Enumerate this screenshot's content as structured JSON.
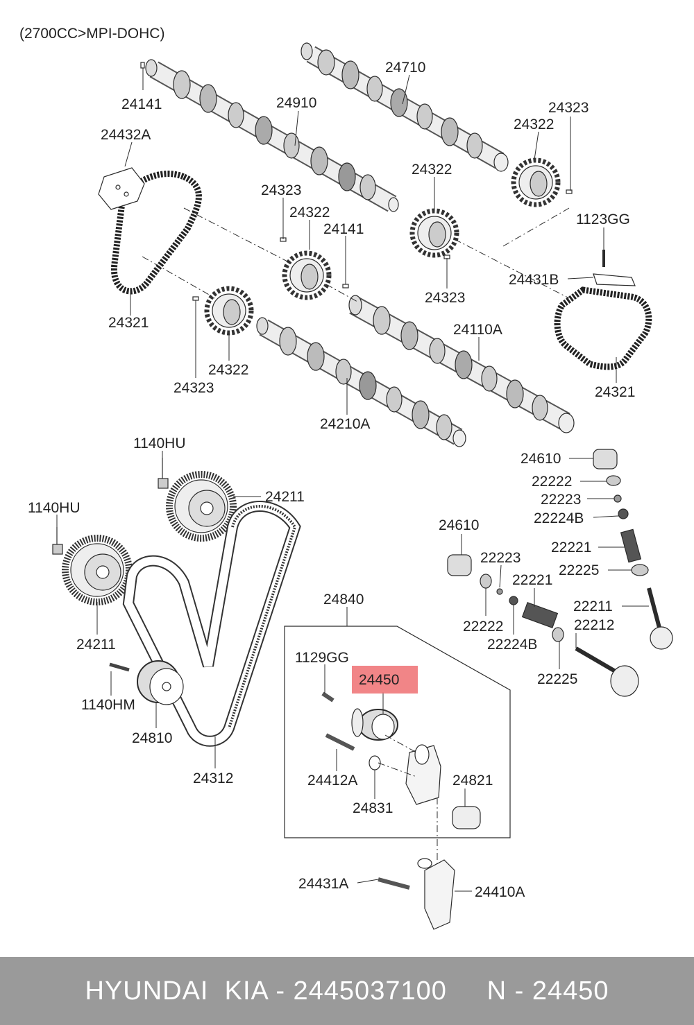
{
  "header": {
    "title": "(2700CC>MPI-DOHC)"
  },
  "labels": {
    "p24141a": "24141",
    "p24910": "24910",
    "p24710": "24710",
    "p24323a": "24323",
    "p24322a": "24322",
    "p24432A": "24432A",
    "p24323b": "24323",
    "p24322b": "24322",
    "p24141b": "24141",
    "p24322c": "24322",
    "p1123GG": "1123GG",
    "p24431B": "24431B",
    "p24323c": "24323",
    "p24110A": "24110A",
    "p24321a": "24321",
    "p24322d": "24322",
    "p24323d": "24323",
    "p24210A": "24210A",
    "p24321b": "24321",
    "p1140HUa": "1140HU",
    "p24211a": "24211",
    "p1140HUb": "1140HU",
    "p24211b": "24211",
    "p1140HM": "1140HM",
    "p24810": "24810",
    "p24312": "24312",
    "p24840": "24840",
    "p1129GG": "1129GG",
    "p24450": "24450",
    "p24412A": "24412A",
    "p24831": "24831",
    "p24821": "24821",
    "p24431A": "24431A",
    "p24410A": "24410A",
    "p24610a": "24610",
    "p22222a": "22222",
    "p22223a": "22223",
    "p22224Ba": "22224B",
    "p22221a": "22221",
    "p22225a": "22225",
    "p22211": "22211",
    "p24610b": "24610",
    "p22223b": "22223",
    "p22221b": "22221",
    "p22222b": "22222",
    "p22224Bb": "22224B",
    "p22212": "22212",
    "p22225b": "22225"
  },
  "highlight": {
    "part": "24450",
    "color": "#f0787a"
  },
  "colors": {
    "line": "#2b2b2b",
    "label": "#222222",
    "footer_bg": "#9a9a9a",
    "footer_text": "#ffffff"
  },
  "footer": {
    "text": "HYUNDAI  KIA - 2445037100     N - 24450"
  }
}
